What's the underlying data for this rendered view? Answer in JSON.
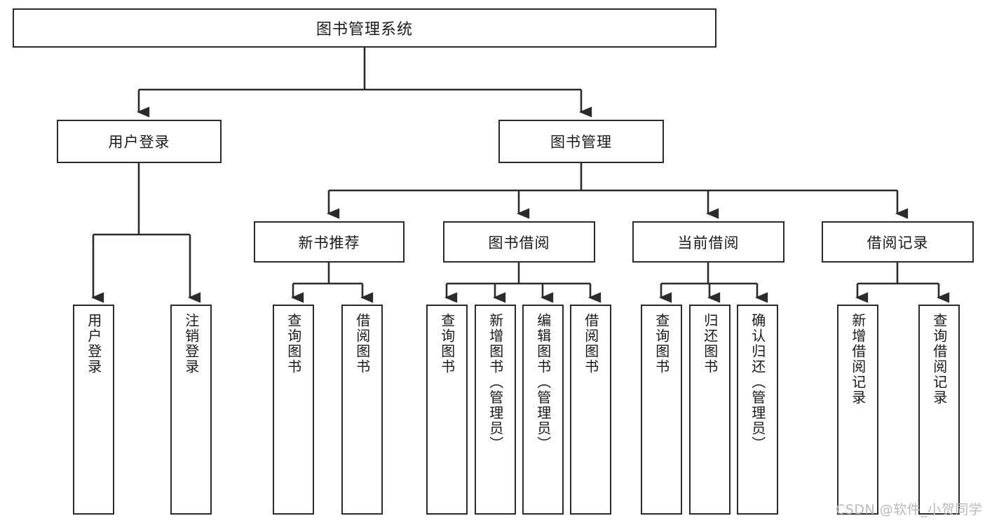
{
  "diagram": {
    "title": "图书管理系统",
    "type": "tree",
    "orientation": "top-down",
    "watermark": "CSDN @软件_小贺同学",
    "colors": {
      "line": "#2b2b2b",
      "box_fill": "#ffffff",
      "text": "#1a1a1a",
      "watermark": "#b9b9b9"
    },
    "nodes": {
      "root": {
        "label": "图书管理系统",
        "level": 1
      },
      "level2": [
        {
          "id": "user-login",
          "label": "用户登录"
        },
        {
          "id": "book-manage",
          "label": "图书管理"
        }
      ],
      "level3": [
        {
          "id": "new-book-recommend",
          "label": "新书推荐",
          "parent": "book-manage"
        },
        {
          "id": "book-borrow",
          "label": "图书借阅",
          "parent": "book-manage"
        },
        {
          "id": "current-borrow",
          "label": "当前借阅",
          "parent": "book-manage"
        },
        {
          "id": "borrow-record",
          "label": "借阅记录",
          "parent": "book-manage"
        }
      ],
      "leaves": [
        {
          "id": "leaf-user-login",
          "label": "用户登录",
          "parent": "user-login"
        },
        {
          "id": "leaf-logout-login",
          "label": "注销登录",
          "parent": "user-login"
        },
        {
          "id": "leaf-query-book-1",
          "label": "查询图书",
          "parent": "new-book-recommend"
        },
        {
          "id": "leaf-borrow-book-1",
          "label": "借阅图书",
          "parent": "new-book-recommend"
        },
        {
          "id": "leaf-query-book-2",
          "label": "查询图书",
          "parent": "book-borrow"
        },
        {
          "id": "leaf-add-book",
          "label": "新增图书（管理员）",
          "parent": "book-borrow"
        },
        {
          "id": "leaf-edit-book",
          "label": "编辑图书（管理员）",
          "parent": "book-borrow"
        },
        {
          "id": "leaf-borrow-book-2",
          "label": "借阅图书",
          "parent": "book-borrow"
        },
        {
          "id": "leaf-query-book-3",
          "label": "查询图书",
          "parent": "current-borrow"
        },
        {
          "id": "leaf-return-book",
          "label": "归还图书",
          "parent": "current-borrow"
        },
        {
          "id": "leaf-confirm-return",
          "label": "确认归还（管理员）",
          "parent": "current-borrow"
        },
        {
          "id": "leaf-add-record",
          "label": "新增借阅记录",
          "parent": "borrow-record"
        },
        {
          "id": "leaf-query-record",
          "label": "查询借阅记录",
          "parent": "borrow-record"
        }
      ]
    }
  }
}
